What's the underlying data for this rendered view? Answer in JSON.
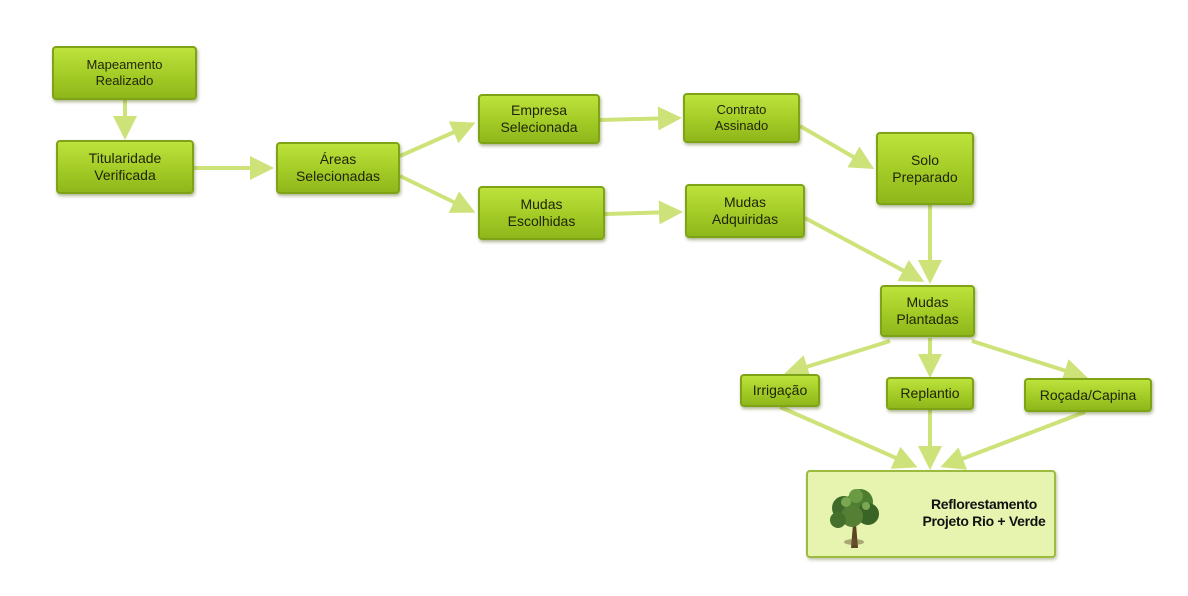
{
  "nodes": {
    "mapeamento": "Mapeamento\nRealizado",
    "titularidade": "Titularidade\nVerificada",
    "areas": "Áreas\nSelecionadas",
    "empresa": "Empresa\nSelecionada",
    "contrato": "Contrato\nAssinado",
    "solo": "Solo\nPreparado",
    "mudas_escolhidas": "Mudas\nEscolhidas",
    "mudas_adquiridas": "Mudas\nAdquiridas",
    "mudas_plantadas": "Mudas\nPlantadas",
    "irrigacao": "Irrigação",
    "replantio": "Replantio",
    "rocada": "Roçada/Capina"
  },
  "final": {
    "title": "Reflorestamento\nProjeto Rio + Verde",
    "icon": "tree-icon"
  },
  "colors": {
    "node_fill": "#a3cb26",
    "node_border": "#7fa317",
    "arrow": "#cde37a",
    "final_fill": "#e6f4b0"
  }
}
